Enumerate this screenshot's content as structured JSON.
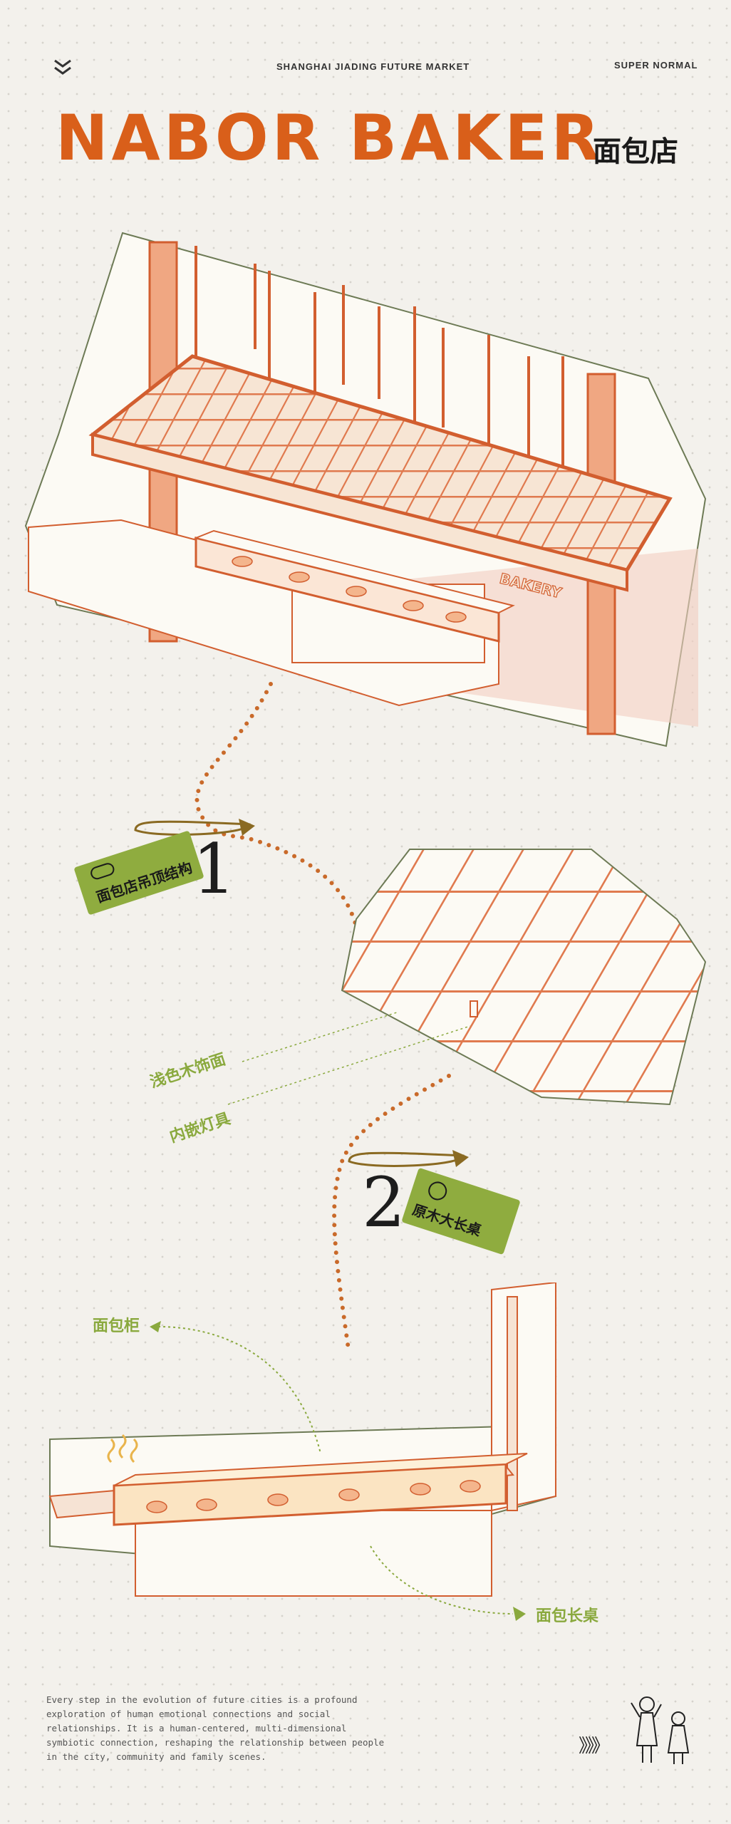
{
  "header": {
    "project": "SHANGHAI JIADING FUTURE MARKET",
    "brand": "SUPER NORMAL",
    "title": "NABOR BAKER",
    "title_cn": "面包店"
  },
  "illustration": {
    "sign_text": "BAKERY"
  },
  "callouts": {
    "step1": {
      "number": "1",
      "tag": "面包店吊顶结构"
    },
    "step2": {
      "number": "2",
      "tag": "原木大长桌"
    },
    "labels": {
      "wood_finish": "浅色木饰面",
      "embedded_light": "内嵌灯具",
      "bread_cabinet": "面包柜",
      "bread_table": "面包长桌"
    }
  },
  "footer": {
    "description_lines": [
      "Every step in the evolution of future cities is a profound",
      "exploration of human emotional connections and social",
      "relationships. It is a human-centered, multi-dimensional",
      "symbiotic connection, reshaping the relationship between people",
      "in the city, community and family scenes."
    ],
    "arrows": "》》》"
  },
  "colors": {
    "accent_orange": "#d95f1a",
    "grid_orange": "#e07a4f",
    "tag_green": "#8fac3f",
    "pin_brown": "#8a6a22"
  }
}
